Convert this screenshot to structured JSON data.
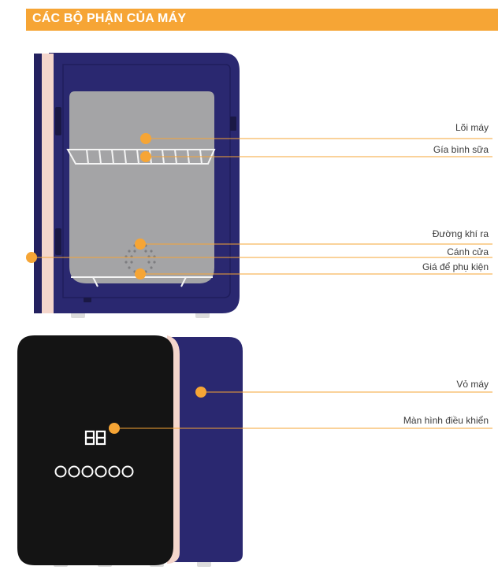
{
  "header": {
    "title": "CÁC BỘ PHẬN CỦA MÁY",
    "accent_color": "#f6a535"
  },
  "colors": {
    "body_navy": "#2a2870",
    "door_trim": "#f4d6cc",
    "chamber_gray": "#a4a4a6",
    "panel_black": "#141414",
    "callout_line": "#f6a535"
  },
  "callouts": [
    {
      "id": "loi-may",
      "label": "Lõi máy"
    },
    {
      "id": "gia-binh-sua",
      "label": "Gía bình sữa"
    },
    {
      "id": "duong-khi-ra",
      "label": "Đường khí ra"
    },
    {
      "id": "canh-cua",
      "label": "Cánh cửa"
    },
    {
      "id": "gia-de-phu-kien",
      "label": "Giá để phụ kiện"
    },
    {
      "id": "vo-may",
      "label": "Vỏ máy"
    },
    {
      "id": "man-hinh-dieu-khien",
      "label": "Màn hình điều khiển"
    }
  ],
  "display": {
    "digits": "88",
    "buttons": [
      "button",
      "button",
      "button",
      "button",
      "button",
      "button"
    ]
  }
}
